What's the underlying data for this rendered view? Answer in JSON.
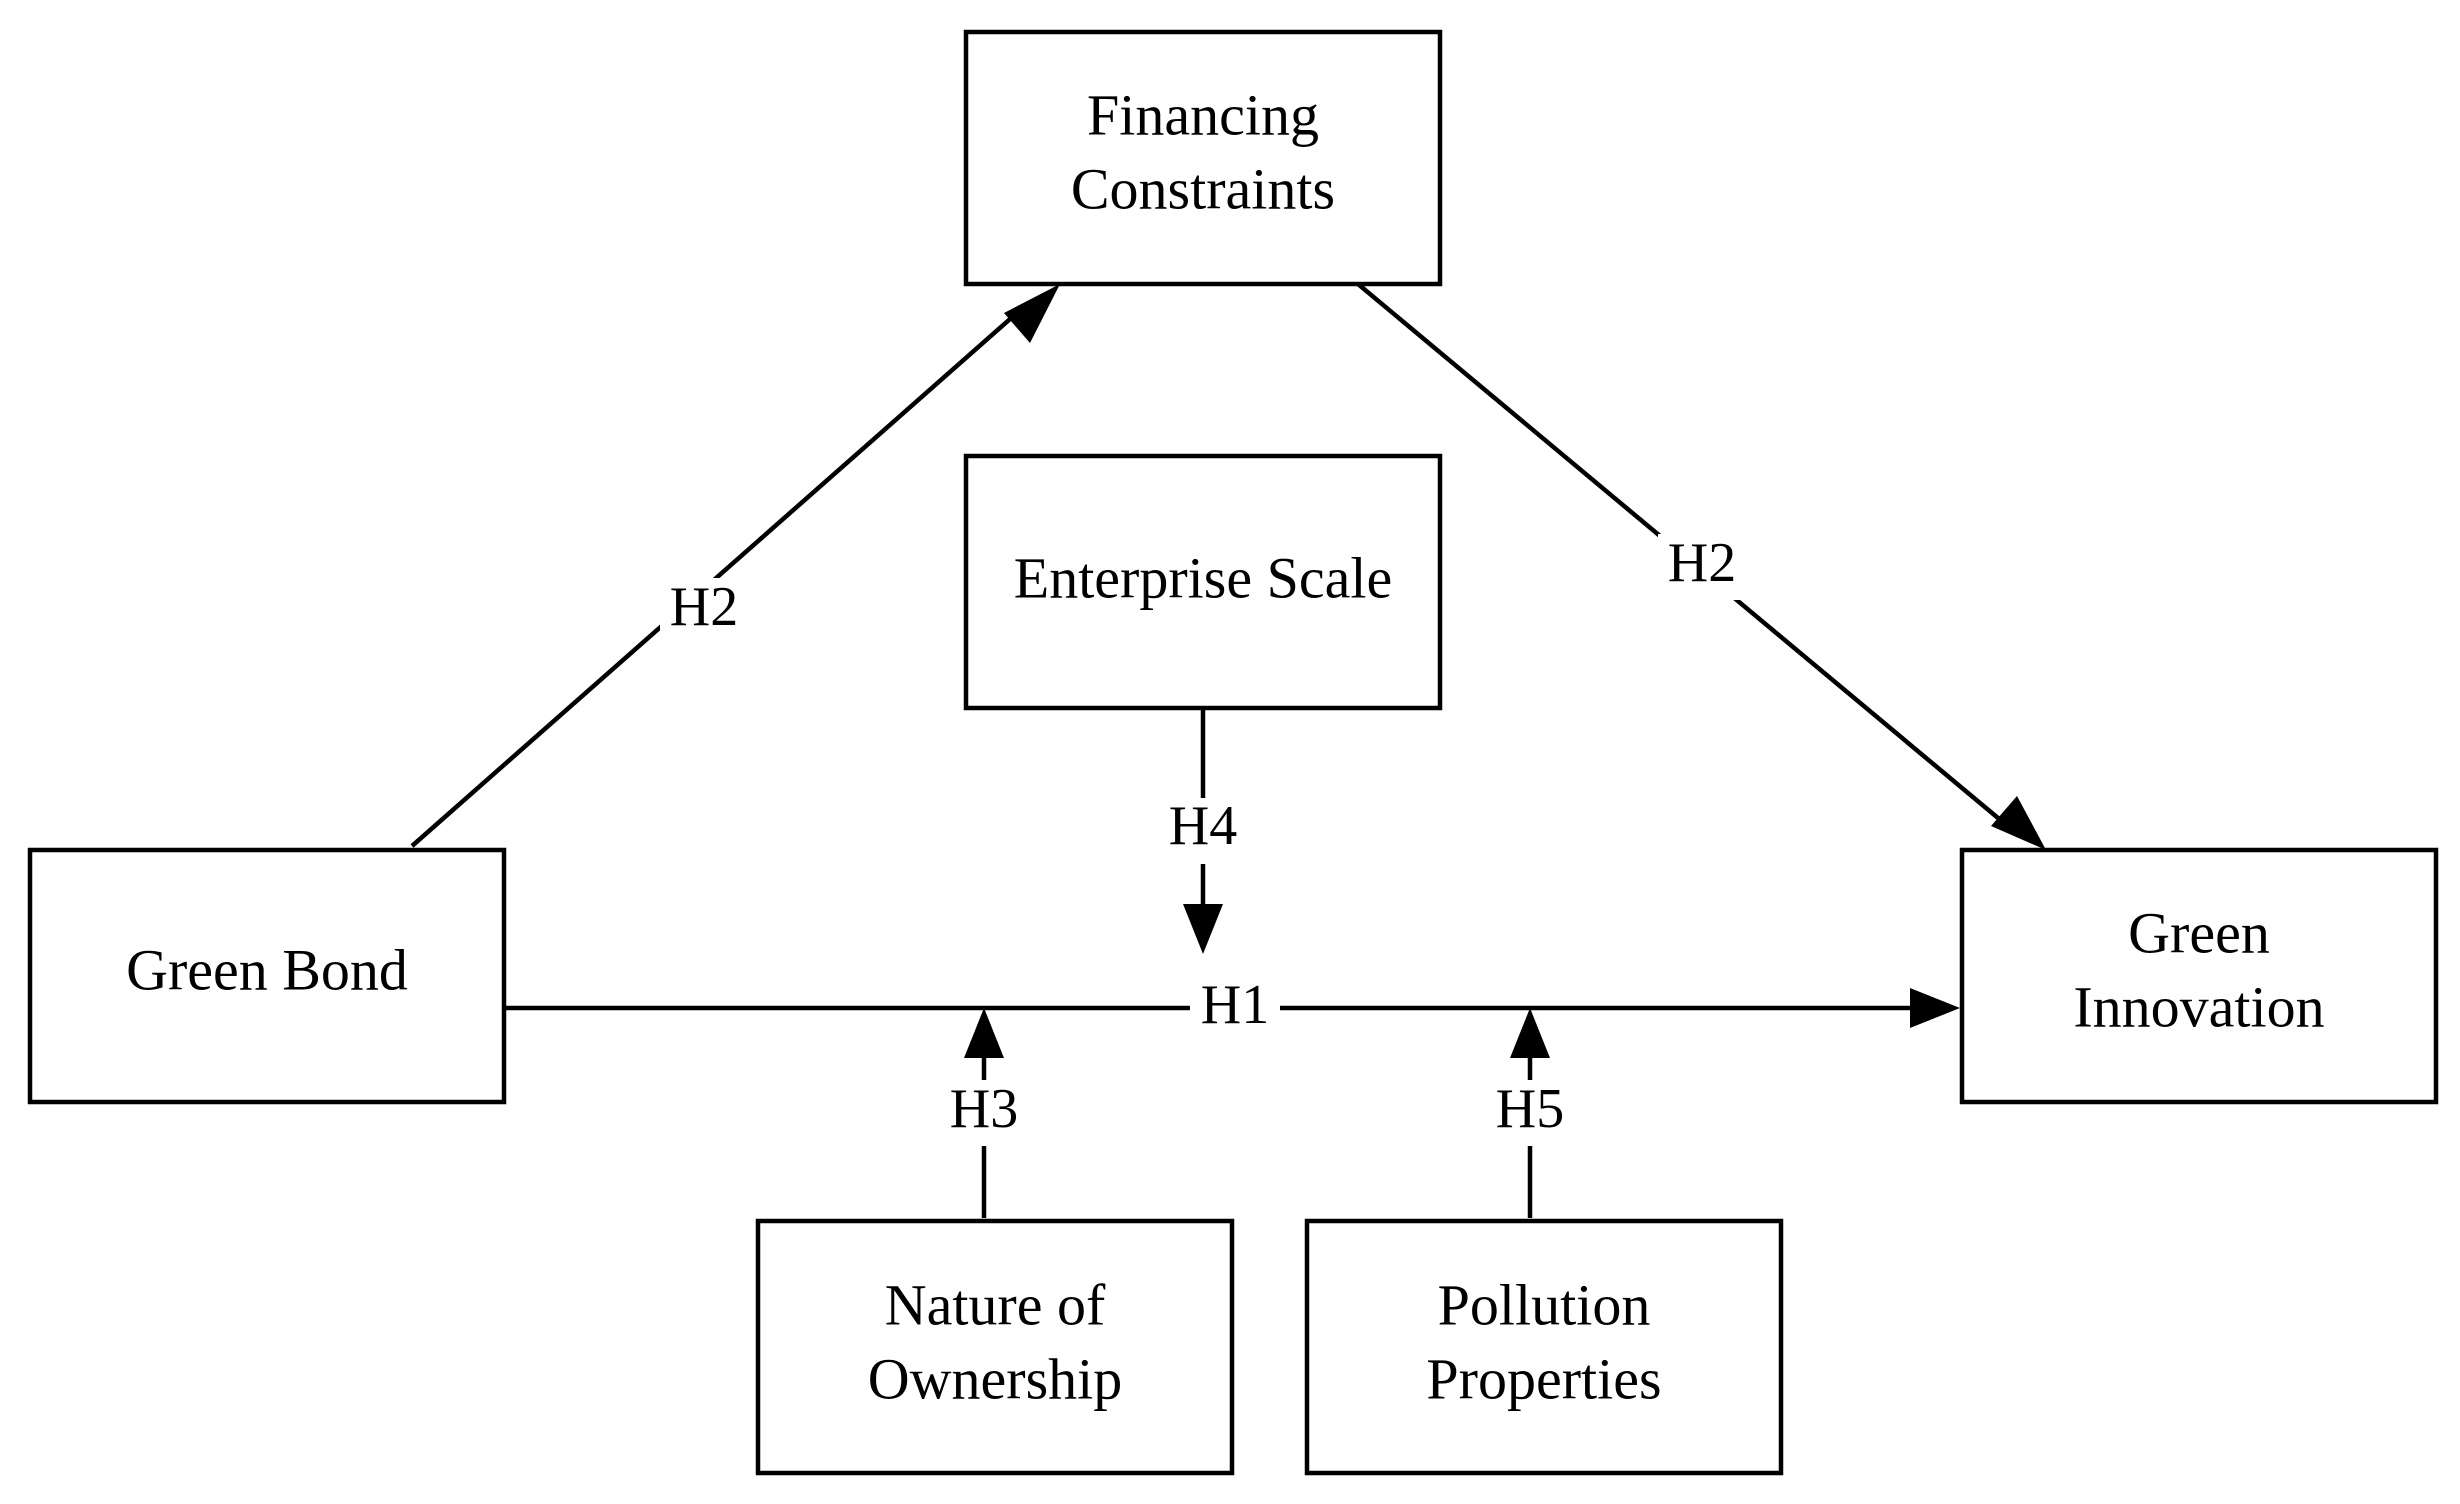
{
  "nodes": {
    "financing_constraints": {
      "lines": [
        "Financing",
        "Constraints"
      ]
    },
    "enterprise_scale": {
      "lines": [
        "Enterprise Scale"
      ]
    },
    "green_bond": {
      "lines": [
        "Green Bond"
      ]
    },
    "green_innovation": {
      "lines": [
        "Green",
        "Innovation"
      ]
    },
    "nature_of_ownership": {
      "lines": [
        "Nature of",
        "Ownership"
      ]
    },
    "pollution_properties": {
      "lines": [
        "Pollution",
        "Properties"
      ]
    }
  },
  "edges": {
    "green_bond_to_financing": {
      "label": "H2"
    },
    "financing_to_innovation": {
      "label": "H2"
    },
    "bond_to_innovation": {
      "label": "H1"
    },
    "scale_moderation": {
      "label": "H4"
    },
    "ownership_moderation": {
      "label": "H3"
    },
    "pollution_moderation": {
      "label": "H5"
    }
  }
}
